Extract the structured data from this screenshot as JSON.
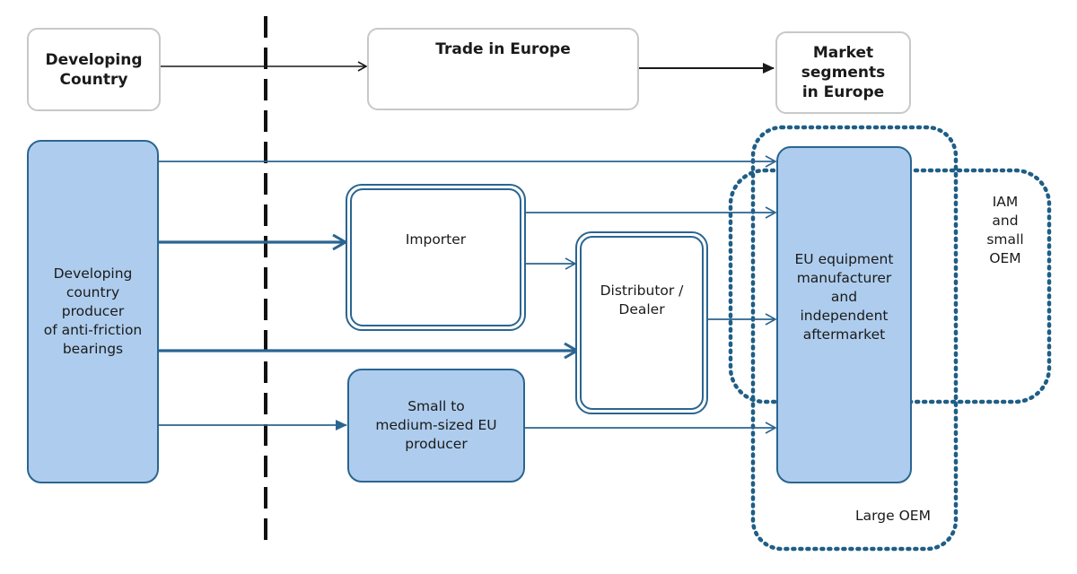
{
  "headers": {
    "developing_country": "Developing\nCountry",
    "trade_in_europe": "Trade in Europe",
    "market_segments": "Market\nsegments\nin Europe"
  },
  "nodes": {
    "producer": "Developing\ncountry\nproducer\nof anti-friction\nbearings",
    "importer": "Importer",
    "distributor": "Distributor /\nDealer",
    "small_eu_producer": "Small to\nmedium-sized EU\nproducer",
    "eu_equipment": "EU equipment\nmanufacturer\nand\nindependent\naftermarket"
  },
  "segments": {
    "iam_small_oem": "IAM\nand\nsmall\nOEM",
    "large_oem": "Large OEM"
  },
  "colors": {
    "node_fill": "#aecdee",
    "node_border": "#2a6591",
    "arrow": "#2a6591",
    "header_border": "#c8c8c8",
    "dotted_boundary": "#1f5e86"
  }
}
